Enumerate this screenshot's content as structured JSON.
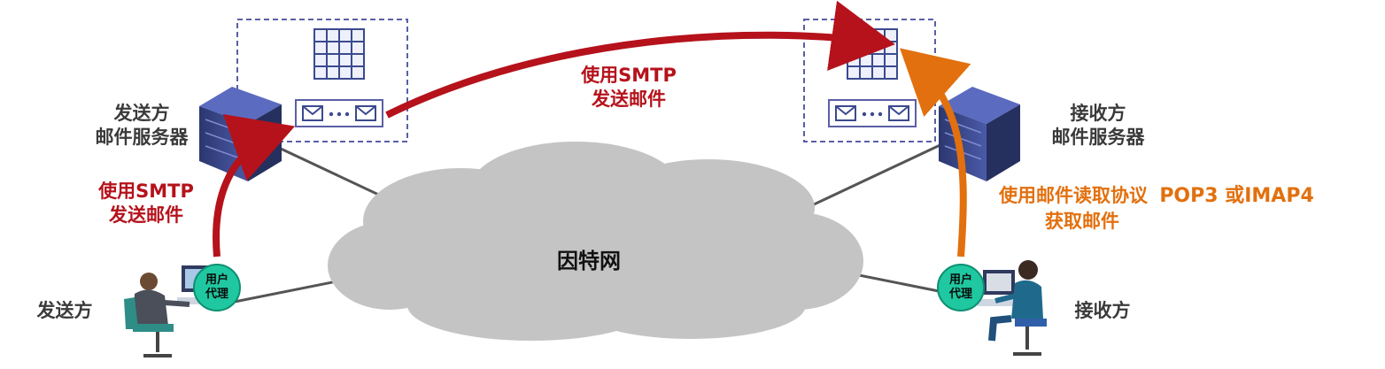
{
  "sender": {
    "server_label_line1": "发送方",
    "server_label_line2": "邮件服务器",
    "user_label": "发送方",
    "user_agent_line1": "用户",
    "user_agent_line2": "代理",
    "send_label_line1": "使用SMTP",
    "send_label_line2": "发送邮件"
  },
  "transfer": {
    "label_line1": "使用SMTP",
    "label_line2": "发送邮件"
  },
  "receiver": {
    "server_label_line1": "接收方",
    "server_label_line2": "邮件服务器",
    "user_label": "接收方",
    "user_agent_line1": "用户",
    "user_agent_line2": "代理",
    "retrieve_label_line1a": "使用邮件读取协议",
    "retrieve_label_line1b": "POP3 或IMAP4",
    "retrieve_label_line2": "获取邮件"
  },
  "internet_label": "因特网",
  "colors": {
    "smtp_arrow": "#b5121b",
    "pop_arrow": "#e2700e",
    "cloud": "#c4c4c4",
    "server": "#3b4a8f",
    "mailbox_border": "#5a5fa6",
    "agent_badge": "#1fc8a0"
  },
  "icons": {
    "mail": "envelope-icon",
    "server": "server-icon",
    "user": "person-at-computer-icon",
    "mailbox": "mailbox-grid-icon"
  }
}
